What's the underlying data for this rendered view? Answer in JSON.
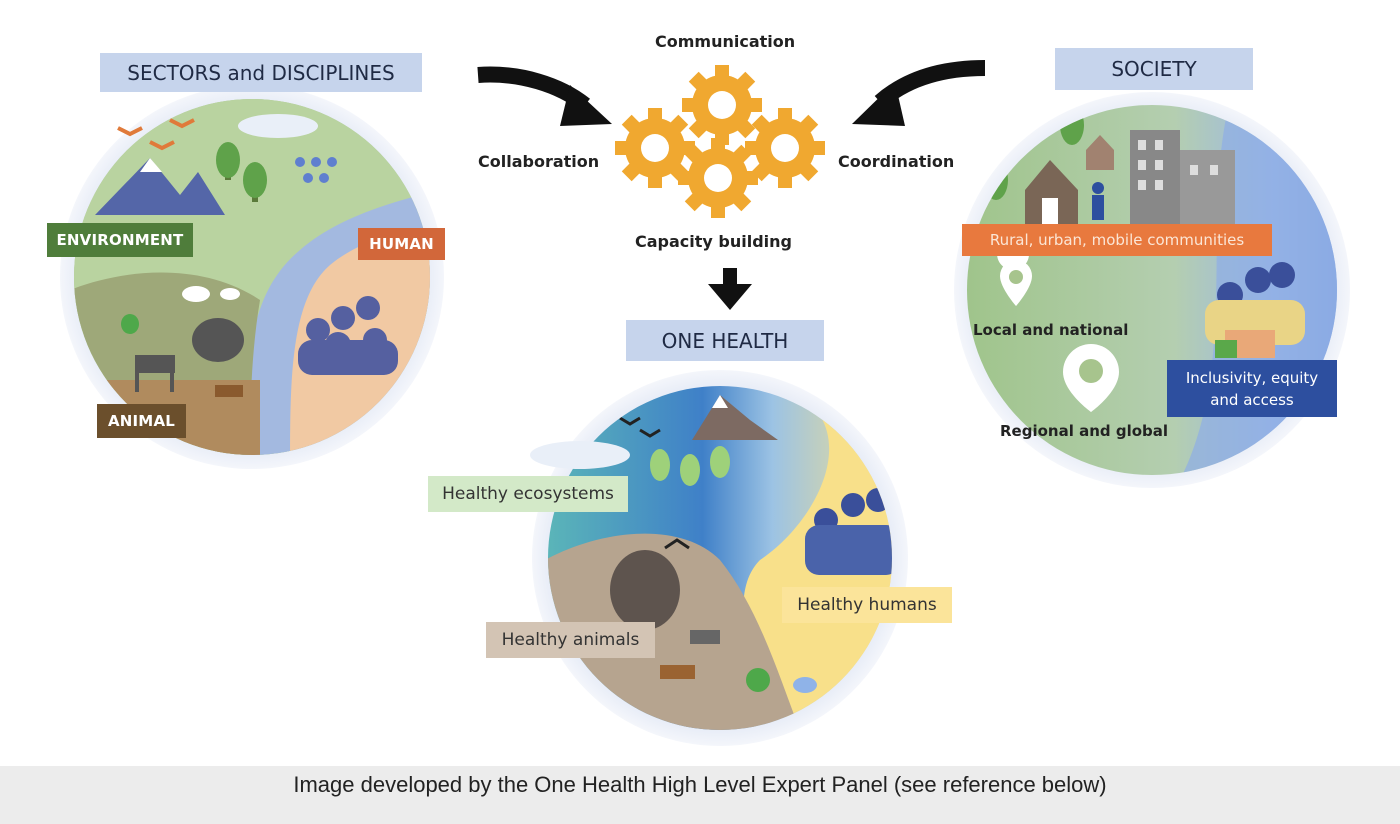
{
  "sectors": {
    "title": "SECTORS and DISCIPLINES",
    "environment": "ENVIRONMENT",
    "human": "HUMAN",
    "animal": "ANIMAL"
  },
  "center": {
    "communication": "Communication",
    "collaboration": "Collaboration",
    "coordination": "Coordination",
    "capacity_building": "Capacity building"
  },
  "society": {
    "title": "SOCIETY",
    "communities": "Rural, urban, mobile communities",
    "local": "Local and national",
    "regional": "Regional and global",
    "inclusivity_line1": "Inclusivity, equity",
    "inclusivity_line2": "and access"
  },
  "one_health": {
    "title": "ONE HEALTH",
    "ecosystems": "Healthy ecosystems",
    "humans": "Healthy humans",
    "animals": "Healthy animals"
  },
  "caption": "Image developed by the One Health High Level Expert Panel (see reference below)",
  "colors": {
    "header_box": "#c6d4ec",
    "environment": "#4f7d3b",
    "human": "#d2673a",
    "animal": "#6b4f2c",
    "communities": "#e8793e",
    "inclusivity": "#2d4f9f",
    "gear": "#f0a830"
  }
}
